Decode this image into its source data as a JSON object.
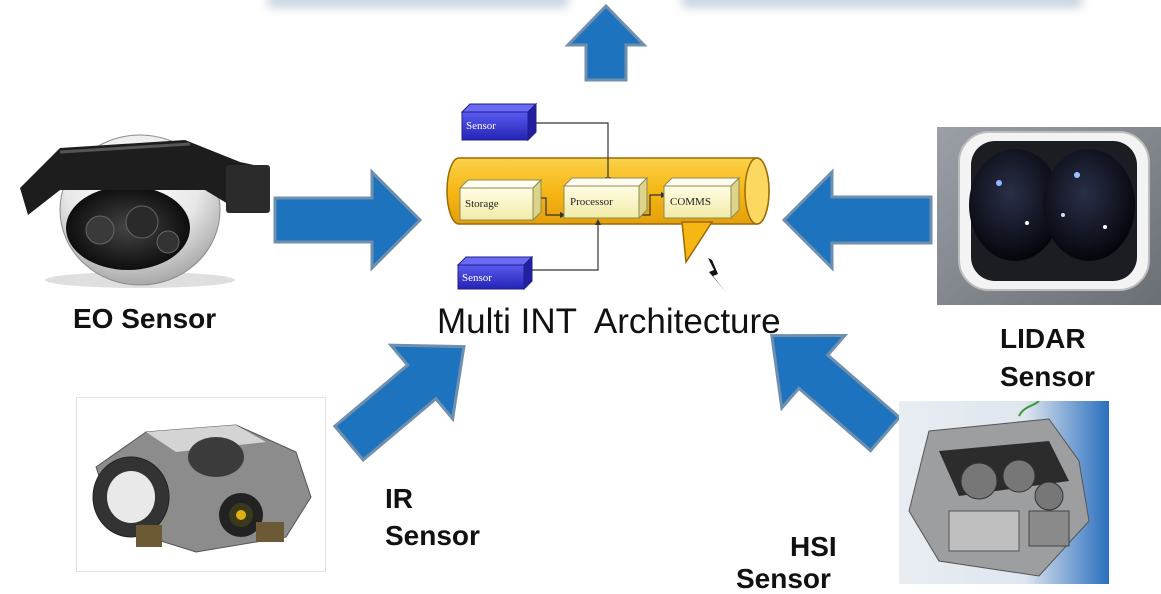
{
  "diagram": {
    "title": "Multi INT  Architecture",
    "nodes": {
      "sensor_top": "Sensor",
      "sensor_bottom": "Sensor",
      "storage": "Storage",
      "processor": "Processor",
      "comms": "COMMS"
    }
  },
  "sensors": {
    "eo": {
      "label": "EO Sensor"
    },
    "ir": {
      "line1": "IR",
      "line2": "Sensor"
    },
    "lidar": {
      "line1": "LIDAR",
      "line2": "Sensor"
    },
    "hsi": {
      "line1": "HSI",
      "line2": "Sensor"
    }
  },
  "colors": {
    "arrow": "#1e73be",
    "arrow_edge": "#6f8fae",
    "bus": "#f6b715",
    "bus_edge": "#9a6a05",
    "box": "#fbf7c6",
    "sensor_box": "#3a3ad2"
  }
}
